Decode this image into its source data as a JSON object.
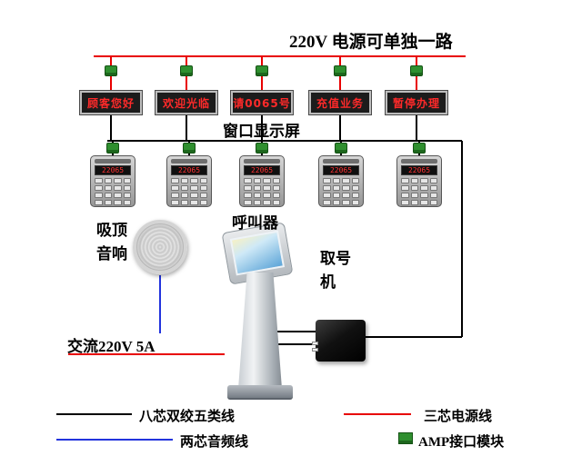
{
  "colors": {
    "power_line": "#e80000",
    "data_line": "#000000",
    "audio_line": "#2233dd",
    "connector_green": "#2f8f2f",
    "led_red": "#ff2a2a"
  },
  "title": {
    "power_note": "220V 电源可单独一路"
  },
  "displays": {
    "group_label": "窗口显示屏",
    "items": [
      {
        "text": "顾客您好"
      },
      {
        "text": "欢迎光临"
      },
      {
        "text": "请0065号"
      },
      {
        "text": "充值业务"
      },
      {
        "text": "暂停办理"
      }
    ]
  },
  "callers": {
    "group_label": "呼叫器",
    "screen_text": "22065"
  },
  "speaker": {
    "label": "吸顶\n音响"
  },
  "kiosk": {
    "label": "取号\n机"
  },
  "power_input": {
    "label": "交流220V 5A"
  },
  "legend": {
    "cat5": "八芯双绞五类线",
    "power": "三芯电源线",
    "audio": "两芯音频线",
    "amp": "AMP接口模块"
  }
}
